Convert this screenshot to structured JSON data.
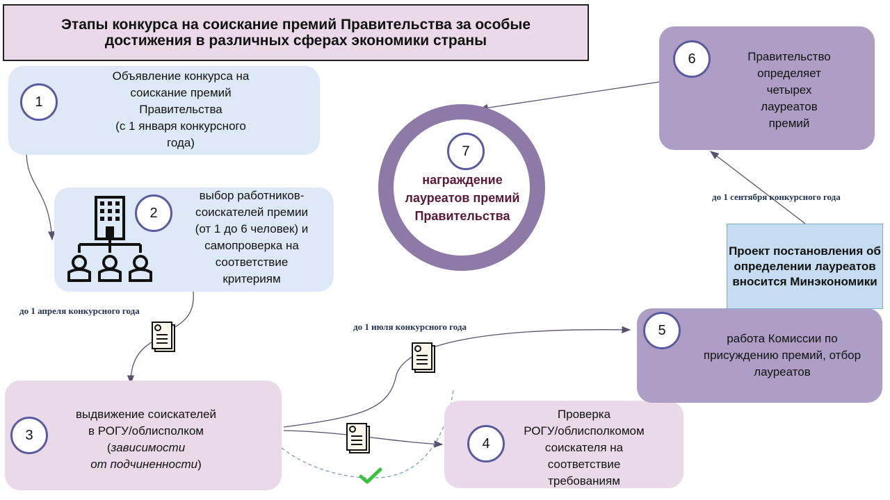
{
  "title": "Этапы конкурса на соискание премий Правительства за особые достижения в различных сферах экономики страны",
  "stages": {
    "s1": {
      "num": "1",
      "lines": [
        "Объявление конкурса на",
        "соискание премий",
        "Правительства",
        "(с 1 января конкурсного",
        "года)"
      ]
    },
    "s2": {
      "num": "2",
      "lines": [
        "выбор работников-",
        "соискателей премии",
        "(от 1 до 6 человек) и",
        "самопроверка на",
        "соответствие",
        "критериям"
      ]
    },
    "s3": {
      "num": "3",
      "lines": [
        "выдвижение соискателей",
        "в РОГУ/облисполком"
      ],
      "italic": [
        "зависимости",
        "от подчиненности"
      ]
    },
    "s4": {
      "num": "4",
      "lines": [
        "Проверка",
        "РОГУ/облисполкомом",
        "соискателя на",
        "соответствие",
        "требованиям"
      ]
    },
    "s5": {
      "num": "5",
      "lines": [
        "работа Комиссии по",
        "присуждению премий, отбор",
        "лауреатов"
      ]
    },
    "s6": {
      "num": "6",
      "lines": [
        "Правительство",
        "определяет",
        "четырех",
        "лауреатов",
        "премий"
      ]
    },
    "s7": {
      "num": "7",
      "lines": [
        "награждение",
        "лауреатов премий",
        "Правительства"
      ]
    }
  },
  "deadlines": {
    "april": "до 1 апреля конкурсного года",
    "july": "до 1 июля конкурсного года",
    "september": "до 1 сентября конкурсного года"
  },
  "project_box": "Проект постановления об определении лауреатов вносится Минэкономики",
  "icons": {
    "organization": "org-structure-icon",
    "document": "document-icon",
    "check": "checkmark-icon"
  },
  "colors": {
    "light_blue": "#dde9f6",
    "light_pink": "#ead9e9",
    "lavender": "#ae9dc4",
    "ring": "#8d7aa6",
    "circle_border": "#5a5aa0",
    "ring_text": "#5a1a35",
    "check": "#3cc23c"
  }
}
